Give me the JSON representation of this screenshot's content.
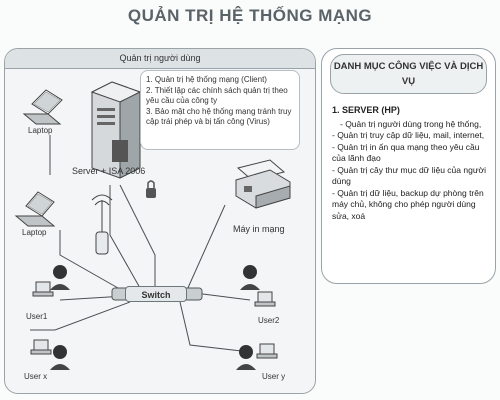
{
  "title": "QUẢN TRỊ HỆ THỐNG MẠNG",
  "left_panel": {
    "header": "Quản trị người dùng",
    "callout": [
      "1. Quản trị hệ thống mạng (Client)",
      "2. Thiết lập các chính sách quản trị theo yêu cầu của công ty",
      "3. Bảo mật cho hệ thống mạng tránh truy cập trái phép và bị tấn công (Virus)"
    ],
    "labels": {
      "server": "Server + ISA 2006",
      "laptop1": "Laptop",
      "laptop2": "Laptop",
      "printer": "Máy in mạng",
      "switch": "Switch",
      "user1": "User1",
      "user2": "User2",
      "userx": "User x",
      "usery": "User y"
    }
  },
  "right_panel": {
    "header": "DANH MỤC CÔNG VIỆC VÀ DỊCH VỤ",
    "section": "1. SERVER (HP)",
    "items": [
      "- Quản trị người dùng trong hệ thống,",
      "- Quản trị truy cập dữ liệu, mail, internet,",
      "- Quản trị in ấn qua mạng theo yêu cầu của lãnh đạo",
      "- Quản trị cây thư mục dữ liệu của người dùng",
      "- Quản trị dữ liệu, backup dự phòng trên máy chủ, không cho phép người dùng sửa, xoá"
    ]
  }
}
